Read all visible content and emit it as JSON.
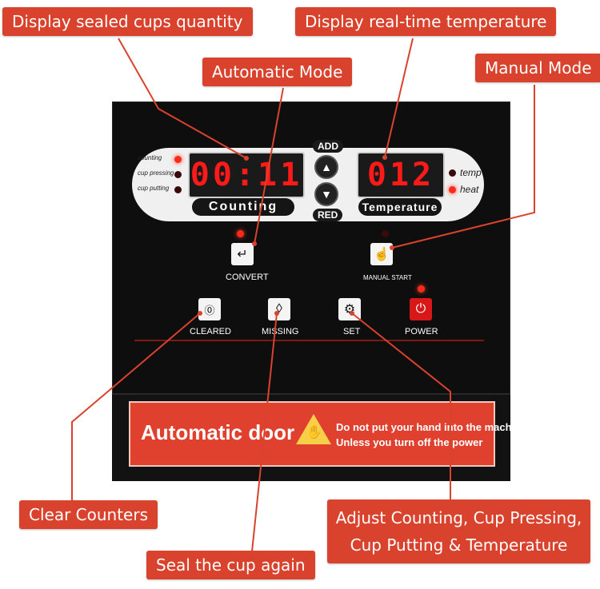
{
  "callouts": {
    "sealed_cups": "Display sealed cups quantity",
    "realtime_temp": "Display real-time temperature",
    "automatic_mode": "Automatic Mode",
    "manual_mode": "Manual Mode",
    "clear_counters": "Clear Counters",
    "seal_again": "Seal the cup again",
    "adjust_line1": "Adjust Counting, Cup Pressing,",
    "adjust_line2": "Cup Putting & Temperature"
  },
  "panel": {
    "indicators_left": [
      "counting",
      "cup pressing",
      "cup putting"
    ],
    "indicators_right": [
      "temp",
      "heat"
    ],
    "counting_display": "00:11",
    "counting_label": "Counting",
    "temperature_display": "012",
    "temperature_label": "Temperature",
    "add_label": "ADD",
    "red_label": "RED",
    "buttons": {
      "convert": "CONVERT",
      "manual_start": "MANUAL START",
      "cleared": "CLEARED",
      "missing": "MISSING",
      "set": "SET",
      "power": "POWER"
    }
  },
  "door": {
    "title": "Automatic door",
    "warning_line1": "Do not put your hand into the machine.",
    "warning_line2": "Unless you turn off the power"
  },
  "colors": {
    "callout_bg": "#d9432d",
    "panel_bg": "#0e0e0e",
    "led_red": "#ff2a1a",
    "door_red": "#e0402e"
  }
}
